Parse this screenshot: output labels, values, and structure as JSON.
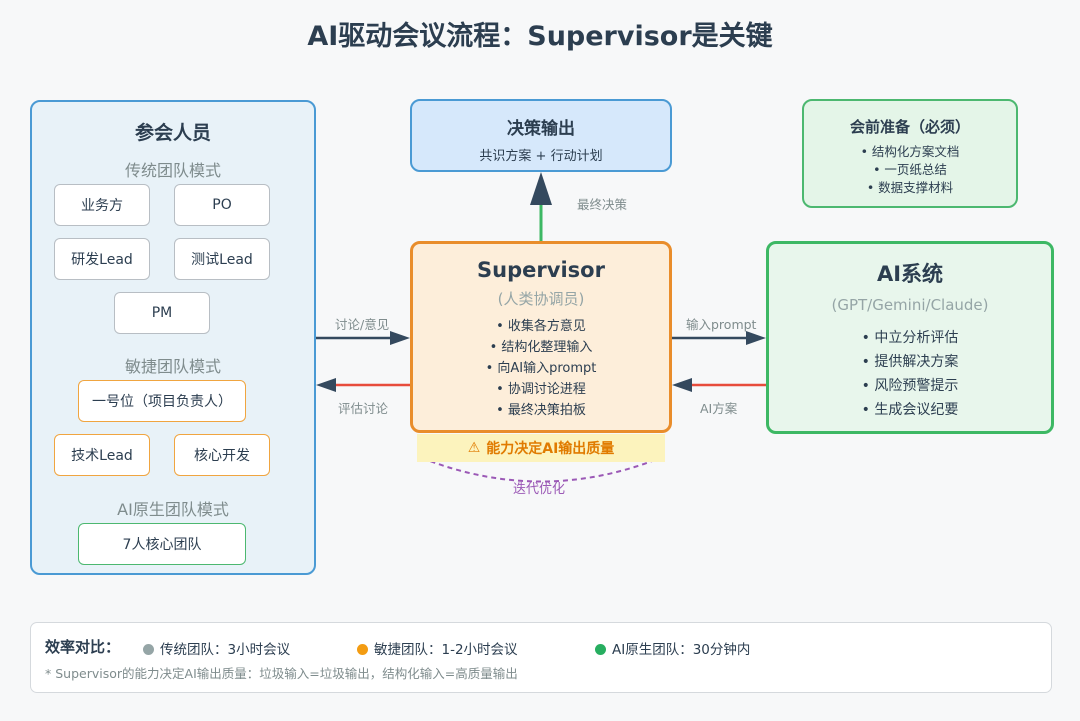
{
  "title": "AI驱动会议流程：Supervisor是关键",
  "participants": {
    "title": "参会人员",
    "traditional": {
      "heading": "传统团队模式",
      "roles": [
        "业务方",
        "PO",
        "研发Lead",
        "测试Lead",
        "PM"
      ]
    },
    "agile": {
      "heading": "敏捷团队模式",
      "roles": [
        "一号位（项目负责人）",
        "技术Lead",
        "核心开发"
      ]
    },
    "ai_native": {
      "heading": "AI原生团队模式",
      "roles": [
        "7人核心团队"
      ]
    }
  },
  "decision": {
    "title": "决策输出",
    "subtitle": "共识方案 + 行动计划"
  },
  "prep": {
    "title": "会前准备（必须）",
    "items": [
      "• 结构化方案文档",
      "• 一页纸总结",
      "• 数据支撑材料"
    ]
  },
  "supervisor": {
    "title": "Supervisor",
    "subtitle": "(人类协调员)",
    "items": [
      "• 收集各方意见",
      "• 结构化整理输入",
      "• 向AI输入prompt",
      "• 协调讨论进程",
      "• 最终决策拍板"
    ]
  },
  "ai_system": {
    "title": "AI系统",
    "subtitle": "(GPT/Gemini/Claude)",
    "items": [
      "• 中立分析评估",
      "• 提供解决方案",
      "• 风险预警提示",
      "• 生成会议纪要"
    ]
  },
  "arrows": {
    "final_decision": "最终决策",
    "discuss_opinion": "讨论/意见",
    "evaluate_discuss": "评估讨论",
    "input_prompt": "输入prompt",
    "ai_plan": "AI方案"
  },
  "warning": {
    "icon": "warning-icon",
    "text": "能力决定AI输出质量"
  },
  "iterate": "迭代优化",
  "efficiency": {
    "label": "效率对比：",
    "items": [
      {
        "color": "#95a5a6",
        "text": "传统团队：3小时会议"
      },
      {
        "color": "#f39c12",
        "text": "敏捷团队：1-2小时会议"
      },
      {
        "color": "#27ae60",
        "text": "AI原生团队：30分钟内"
      }
    ],
    "note": "* Supervisor的能力决定AI输出质量：垃圾输入=垃圾输出，结构化输入=高质量输出"
  },
  "colors": {
    "blue": "#4a9ad4",
    "orange": "#e98d2b",
    "green": "#3db864",
    "red": "#e74c3c",
    "purple": "#9b59b6",
    "dark": "#2c3e50"
  }
}
